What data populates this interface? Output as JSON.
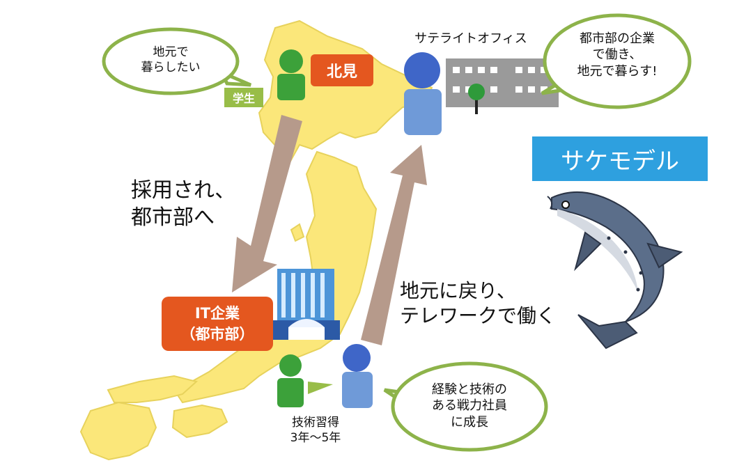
{
  "colors": {
    "land": "#fbe77a",
    "land_edge": "#e7d25c",
    "bubble_border": "#8db34a",
    "arrow": "#b69a8b",
    "orange": "#e4571f",
    "student_green": "#3ca13a",
    "worker_blue": "#3f66c8",
    "title_blue": "#2ea0df",
    "label_green": "#98bd48",
    "office_gray": "#9a9a9a"
  },
  "bubbles": {
    "student_wish": "地元で\n暮らしたい",
    "satellite_worker": "都市部の企業\nで働き、\n地元で暮らす!",
    "growth": "経験と技術の\nある戦力社員\nに成長"
  },
  "labels": {
    "student": "学生",
    "kitami": "北見",
    "satellite_office": "サテライトオフィス",
    "model_title": "サケモデル",
    "hired": "採用され、\n都市部へ",
    "return_telework": "地元に戻り、\nテレワークで働く",
    "it_company": "IT企業\n（都市部）",
    "skill_period": "技術習得\n3年〜5年"
  },
  "icons": {
    "student_figure": "person-icon-green",
    "worker_figure": "person-icon-blue",
    "office_building": "office-building-icon",
    "city_building": "city-building-icon",
    "salmon": "salmon-icon",
    "tree": "tree-icon"
  }
}
